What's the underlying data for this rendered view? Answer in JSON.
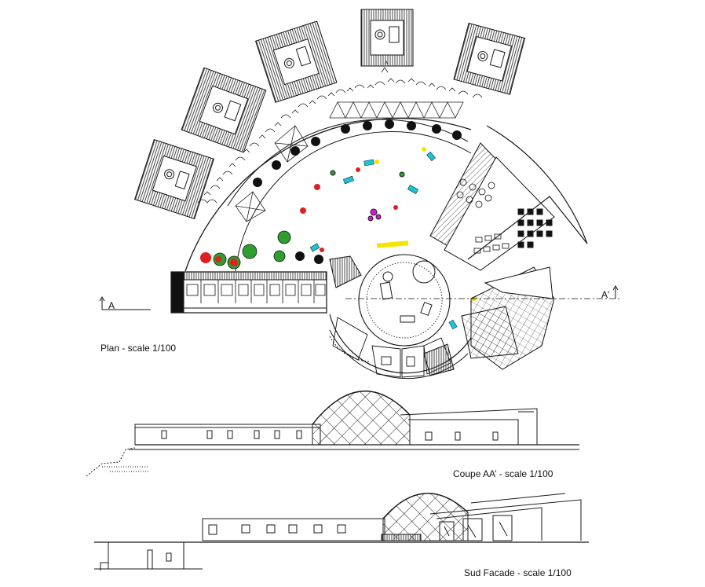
{
  "labels": {
    "plan": "Plan - scale 1/100",
    "coupe": "Coupe AA’ - scale 1/100",
    "sud": "Sud Facade - scale 1/100",
    "section_a": "A",
    "section_a2": "A'"
  },
  "colors": {
    "line": "#1a1a1a",
    "hatch": "#333333",
    "tree_green": "#2e9e2e",
    "flower_red": "#e02020",
    "accent_cyan": "#19c4d6",
    "accent_yellow": "#f2e600",
    "accent_magenta": "#d61ad6"
  }
}
